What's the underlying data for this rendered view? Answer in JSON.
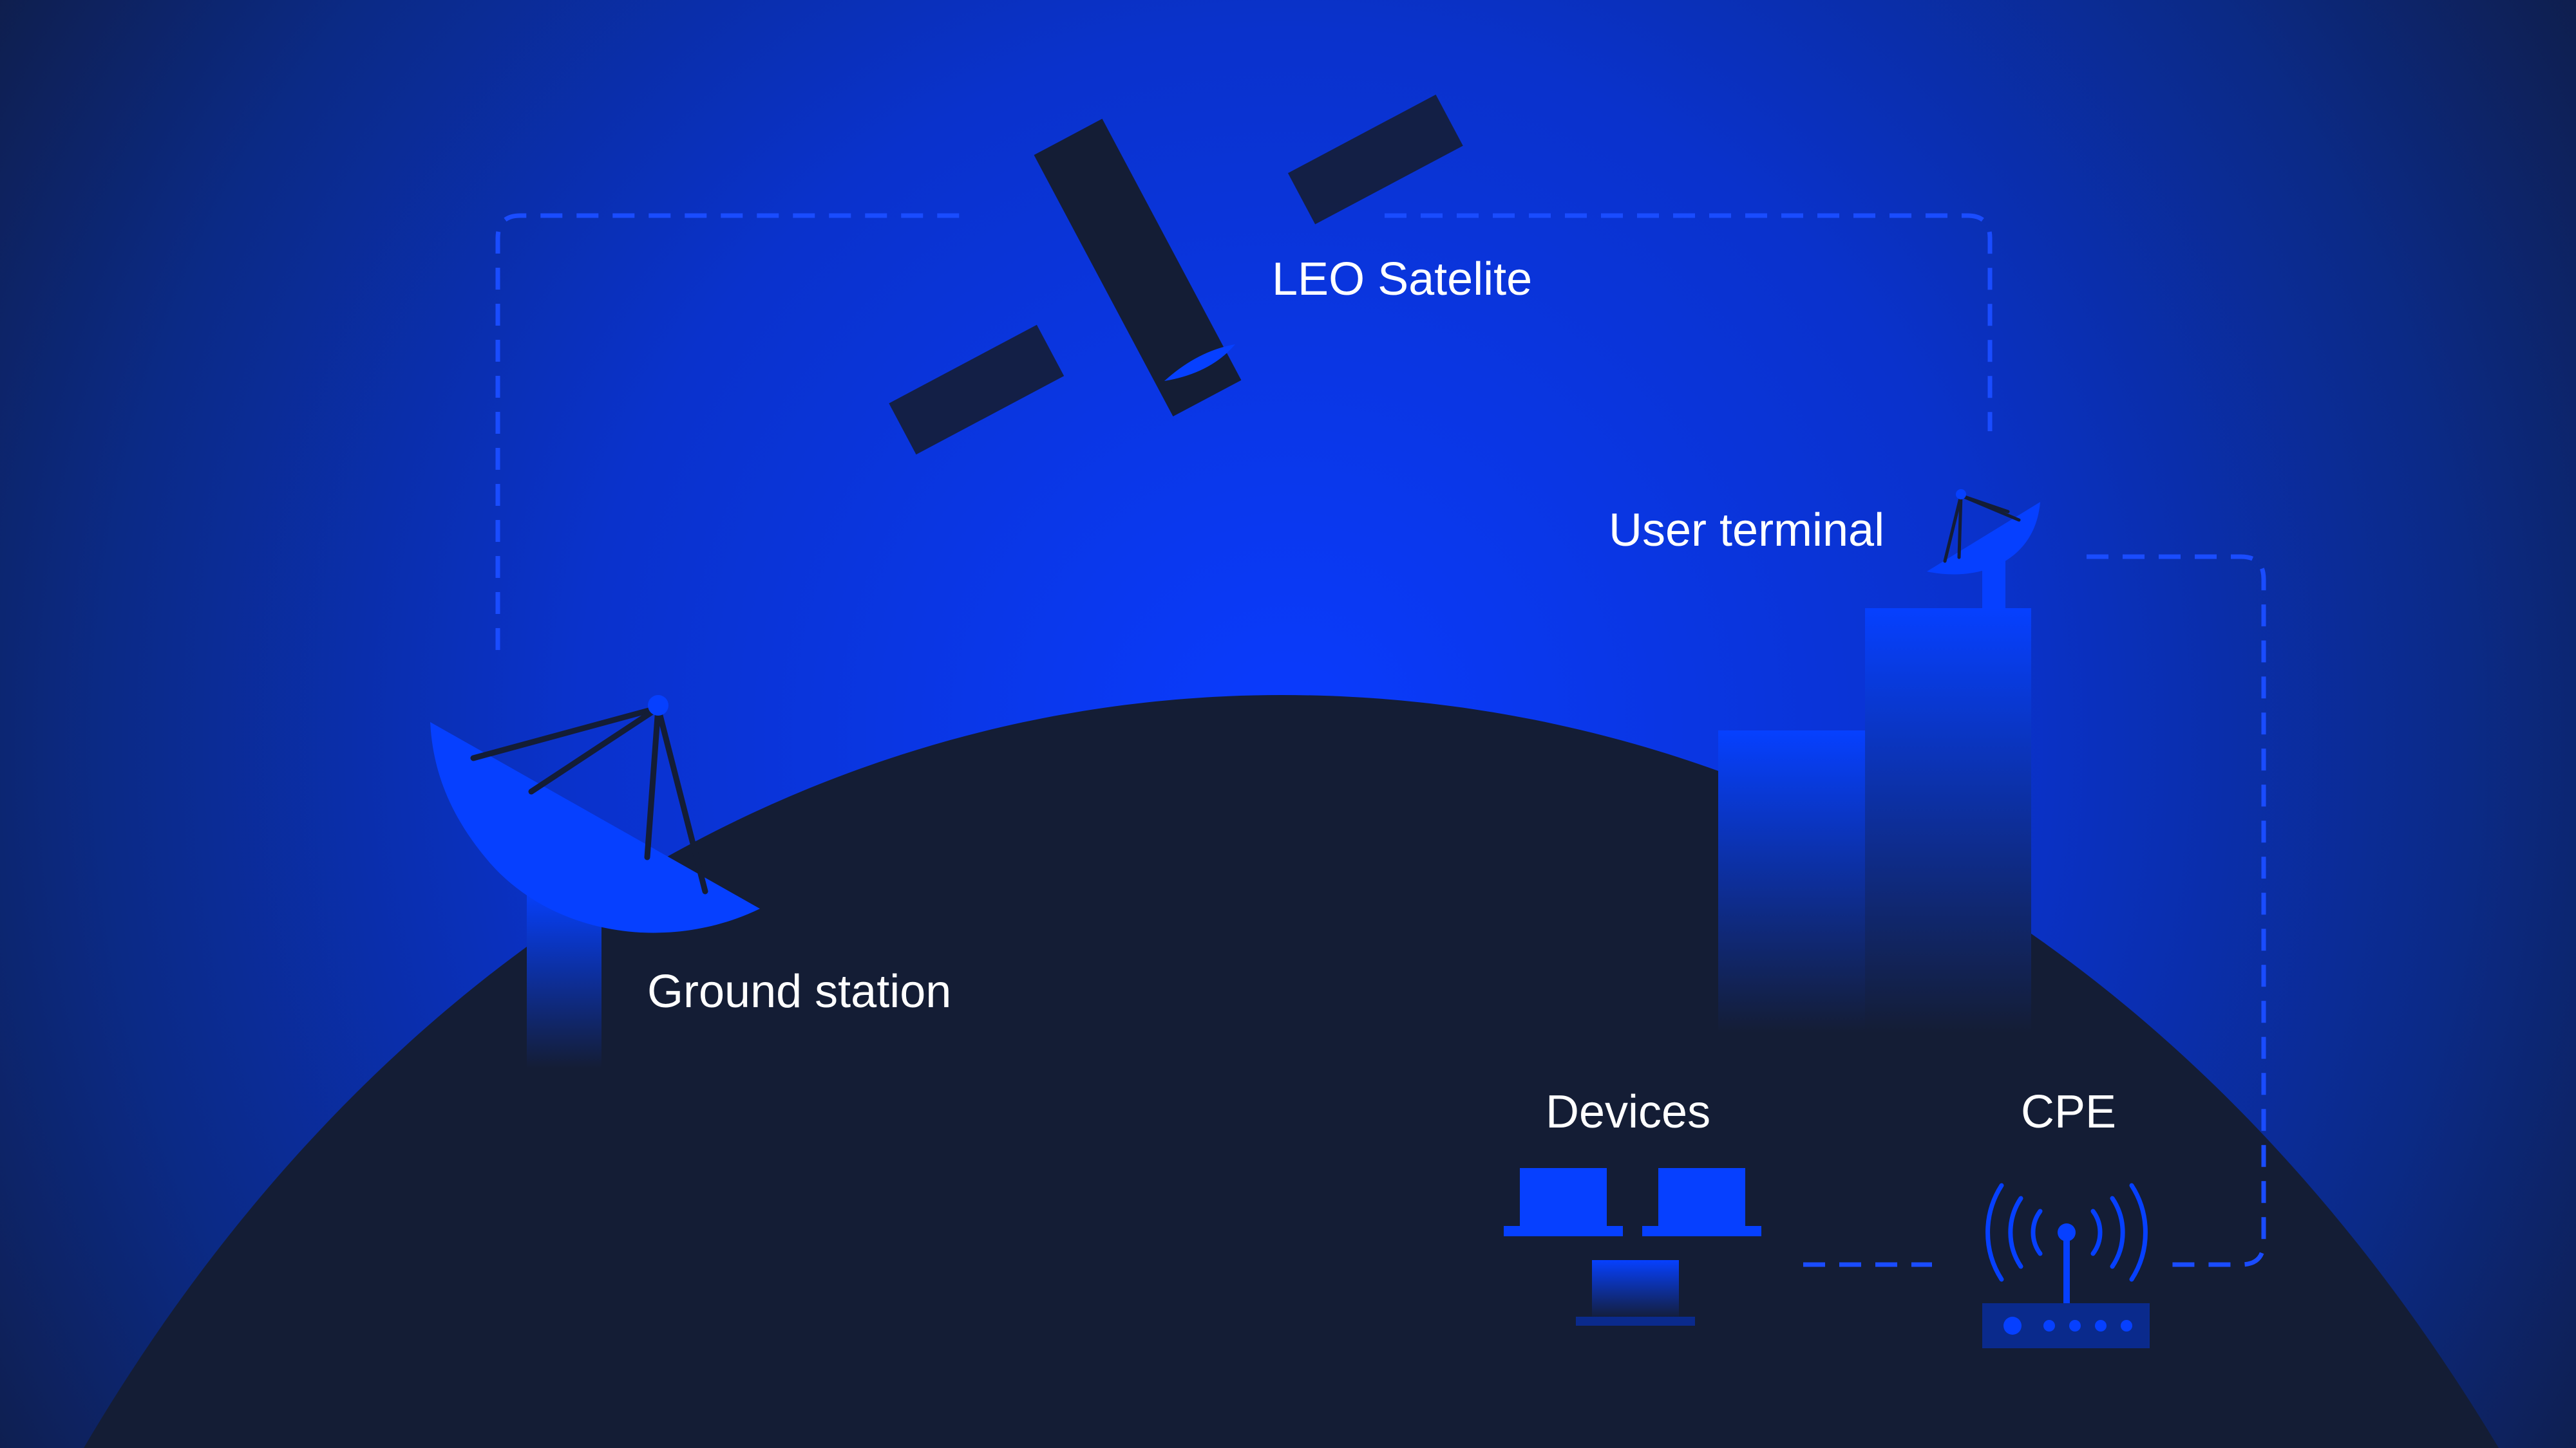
{
  "colors": {
    "background_top": "#101b3d",
    "background_glow": "#0a3bff",
    "earth": "#141d35",
    "accent_blue": "#0640ff",
    "satellite_body": "#141d35",
    "connection_line": "#1a4cff",
    "label_text": "#ffffff"
  },
  "labels": {
    "satellite": "LEO Satelite",
    "user_terminal": "User terminal",
    "ground_station": "Ground station",
    "devices": "Devices",
    "cpe": "CPE"
  },
  "icons": {
    "satellite": "satellite-icon",
    "ground_station": "satellite-dish-icon",
    "user_terminal": "small-dish-icon",
    "buildings": "building-icon",
    "devices": "laptop-icon",
    "cpe": "router-icon"
  }
}
